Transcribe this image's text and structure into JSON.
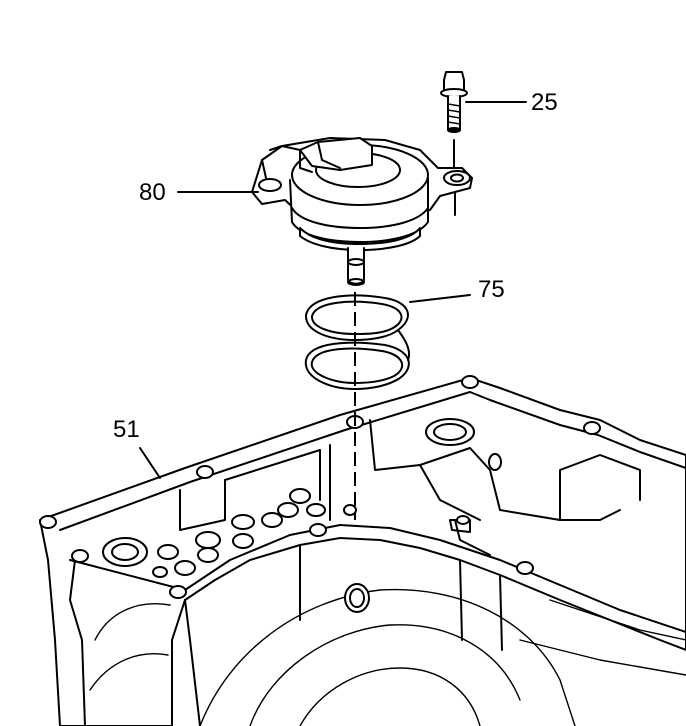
{
  "callouts": {
    "bolt": "25",
    "cover": "80",
    "seal": "75",
    "case": "51"
  }
}
